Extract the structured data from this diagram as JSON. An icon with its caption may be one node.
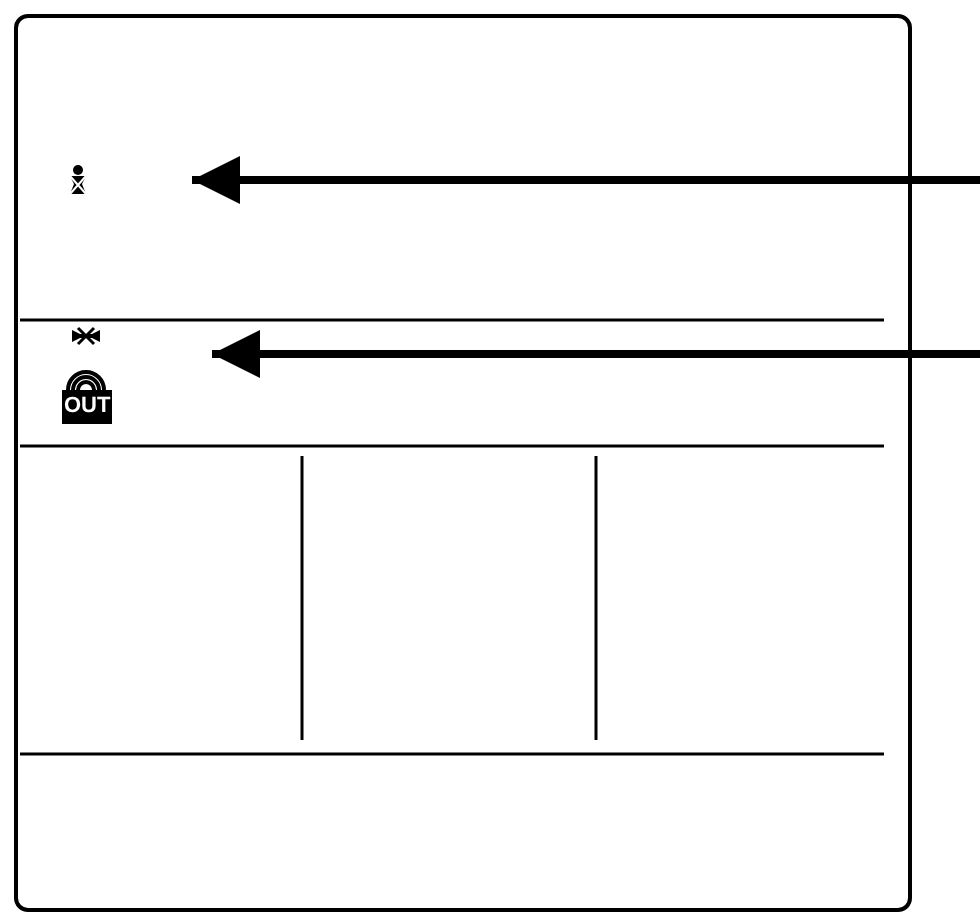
{
  "diagram": {
    "nodes": [
      {
        "text": [],
        "shape": "picture"
      },
      {
        "text": [
          "OUT"
        ]
      }
    ],
    "edges": [
      {
        "from": null,
        "to": 0,
        "arrow": "to"
      },
      {
        "from": null,
        "to": 1,
        "arrow": "to"
      }
    ]
  }
}
